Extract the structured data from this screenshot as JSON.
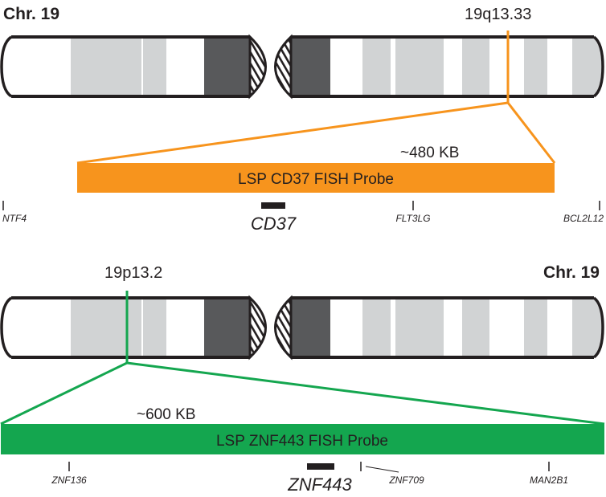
{
  "colors": {
    "orange": "#f7941d",
    "green": "#14a64f",
    "light_band": "#d1d3d4",
    "dark_band": "#58595b",
    "outline": "#231f20"
  },
  "top_panel": {
    "chromosome_title": "Chr. 19",
    "band_label": "19q13.33",
    "size_label": "~480 KB",
    "probe_label": "LSP CD37 FISH Probe",
    "genes": [
      {
        "name": "NTF4",
        "style": "small"
      },
      {
        "name": "CD37",
        "style": "target"
      },
      {
        "name": "FLT3LG",
        "style": "small"
      },
      {
        "name": "BCL2L12",
        "style": "small"
      }
    ]
  },
  "bottom_panel": {
    "chromosome_title": "Chr. 19",
    "band_label": "19p13.2",
    "size_label": "~600 KB",
    "probe_label": "LSP ZNF443 FISH Probe",
    "genes": [
      {
        "name": "ZNF136",
        "style": "small"
      },
      {
        "name": "ZNF443",
        "style": "target"
      },
      {
        "name": "ZNF709",
        "style": "small"
      },
      {
        "name": "MAN2B1",
        "style": "small"
      }
    ]
  }
}
